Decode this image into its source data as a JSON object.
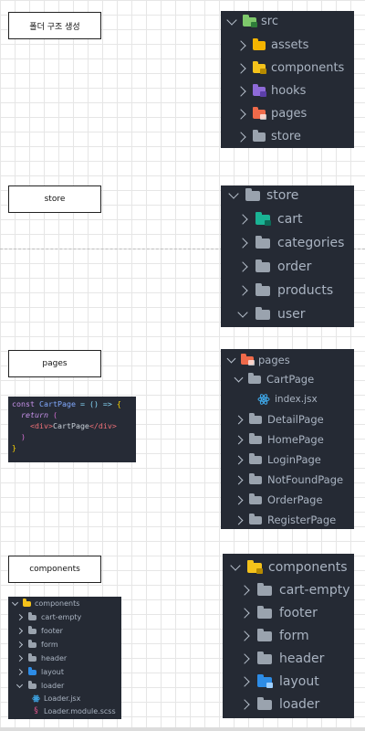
{
  "labels": {
    "folder_structure": "폴더 구조 생성",
    "store": "store",
    "pages": "pages",
    "components": "components"
  },
  "src_tree": {
    "root": "src",
    "items": [
      "assets",
      "components",
      "hooks",
      "pages",
      "store"
    ]
  },
  "store_tree": {
    "root": "store",
    "items": [
      "cart",
      "categories",
      "order",
      "products",
      "user"
    ]
  },
  "pages_tree": {
    "root": "pages",
    "open_folder": "CartPage",
    "file": "index.jsx",
    "items": [
      "DetailPage",
      "HomePage",
      "LoginPage",
      "NotFoundPage",
      "OrderPage",
      "RegisterPage"
    ]
  },
  "code_snippet": {
    "line1_kw": "const",
    "line1_name": "CartPage",
    "line1_rest": "= () =>",
    "line1_brace": "{",
    "line2_kw": "return",
    "line2_paren": "(",
    "line3_open": "<div>",
    "line3_text": "CartPage",
    "line3_close": "</div>",
    "line4_paren": ")",
    "line5_brace": "}"
  },
  "components_small_tree": {
    "root": "components",
    "items": [
      "cart-empty",
      "footer",
      "form",
      "header",
      "layout",
      "loader"
    ],
    "files": [
      "Loader.jsx",
      "Loader.module.scss"
    ]
  },
  "components_tree": {
    "root": "components",
    "items": [
      "cart-empty",
      "footer",
      "form",
      "header",
      "layout",
      "loader"
    ]
  },
  "colors": {
    "panel_bg": "#252a34",
    "src_icon": "#7ec86b",
    "assets_icon": "#f4b400",
    "components_icon": "#f4c21b",
    "hooks_icon": "#8e6ad8",
    "pages_icon": "#ef6a4a",
    "cart_icon": "#1ab394",
    "layout_icon": "#2d8ce6",
    "react_icon": "#3ea7e8"
  }
}
